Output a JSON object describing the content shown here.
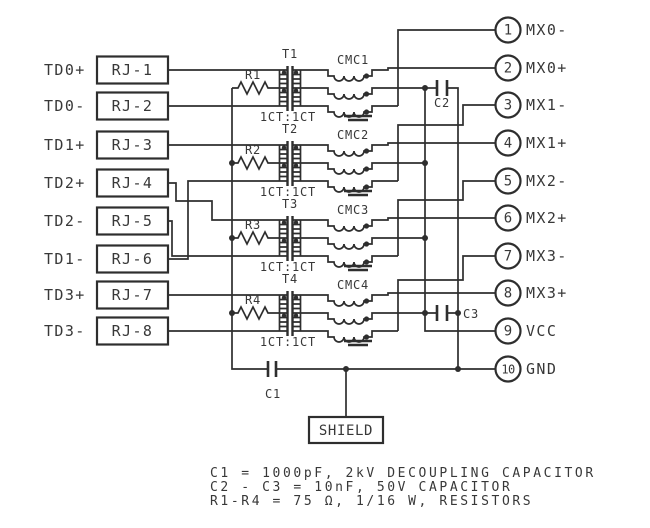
{
  "diagram": {
    "colors": {
      "line": "#2e2e2e",
      "text": "#383838",
      "background": "#ffffff"
    },
    "left_rows": [
      {
        "signal": "TD0+",
        "connector": "RJ-1"
      },
      {
        "signal": "TD0-",
        "connector": "RJ-2"
      },
      {
        "signal": "TD1+",
        "connector": "RJ-3"
      },
      {
        "signal": "TD2+",
        "connector": "RJ-4"
      },
      {
        "signal": "TD2-",
        "connector": "RJ-5"
      },
      {
        "signal": "TD1-",
        "connector": "RJ-6"
      },
      {
        "signal": "TD3+",
        "connector": "RJ-7"
      },
      {
        "signal": "TD3-",
        "connector": "RJ-8"
      }
    ],
    "channels": [
      {
        "transformer": "T1",
        "ratio": "1CT:1CT",
        "resistor": "R1",
        "choke": "CMC1"
      },
      {
        "transformer": "T2",
        "ratio": "1CT:1CT",
        "resistor": "R2",
        "choke": "CMC2"
      },
      {
        "transformer": "T3",
        "ratio": "1CT:1CT",
        "resistor": "R3",
        "choke": "CMC3"
      },
      {
        "transformer": "T4",
        "ratio": "1CT:1CT",
        "resistor": "R4",
        "choke": "CMC4"
      }
    ],
    "capacitors": {
      "c1": "C1",
      "c2": "C2",
      "c3": "C3"
    },
    "shield_label": "SHIELD",
    "pins": [
      {
        "number": "1",
        "label": "MX0-"
      },
      {
        "number": "2",
        "label": "MX0+"
      },
      {
        "number": "3",
        "label": "MX1-"
      },
      {
        "number": "4",
        "label": "MX1+"
      },
      {
        "number": "5",
        "label": "MX2-"
      },
      {
        "number": "6",
        "label": "MX2+"
      },
      {
        "number": "7",
        "label": "MX3-"
      },
      {
        "number": "8",
        "label": "MX3+"
      },
      {
        "number": "9",
        "label": "VCC"
      },
      {
        "number": "10",
        "label": "GND"
      }
    ],
    "notes": [
      "C1 = 1000pF, 2kV DECOUPLING CAPACITOR",
      "C2 - C3 = 10nF, 50V  CAPACITOR",
      "R1-R4 = 75 Ω, 1/16 W, RESISTORS"
    ]
  }
}
